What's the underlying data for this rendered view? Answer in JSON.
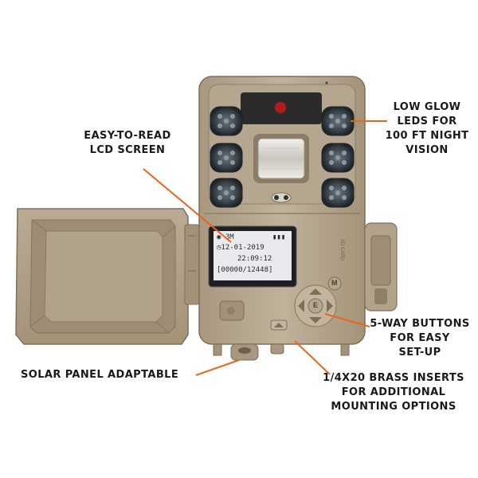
{
  "callouts": {
    "low_glow": "LOW GLOW\nLEDS FOR\n100 FT NIGHT\nVISION",
    "lcd": "EASY-TO-READ\nLCD SCREEN",
    "five_way": "5-WAY BUTTONS\nFOR EASY\nSET-UP",
    "solar": "SOLAR PANEL ADAPTABLE",
    "brass": "1/4X20 BRASS INSERTS\nFOR ADDITIONAL\nMOUNTING OPTIONS"
  },
  "lcd": {
    "mode": "3M",
    "date": "12-01-2019",
    "time": "22:09:12",
    "counter": "[00000/12448]"
  },
  "buttons": {
    "menu": "M",
    "enter": "E"
  },
  "side_label": "SD CARD",
  "colors": {
    "body": "#b3a48d",
    "body_dark": "#8e7f69",
    "body_light": "#cfc2ad",
    "leader": "#e8661c",
    "text": "#1a1a1a",
    "lcd_bg": "#e9e9ee"
  }
}
